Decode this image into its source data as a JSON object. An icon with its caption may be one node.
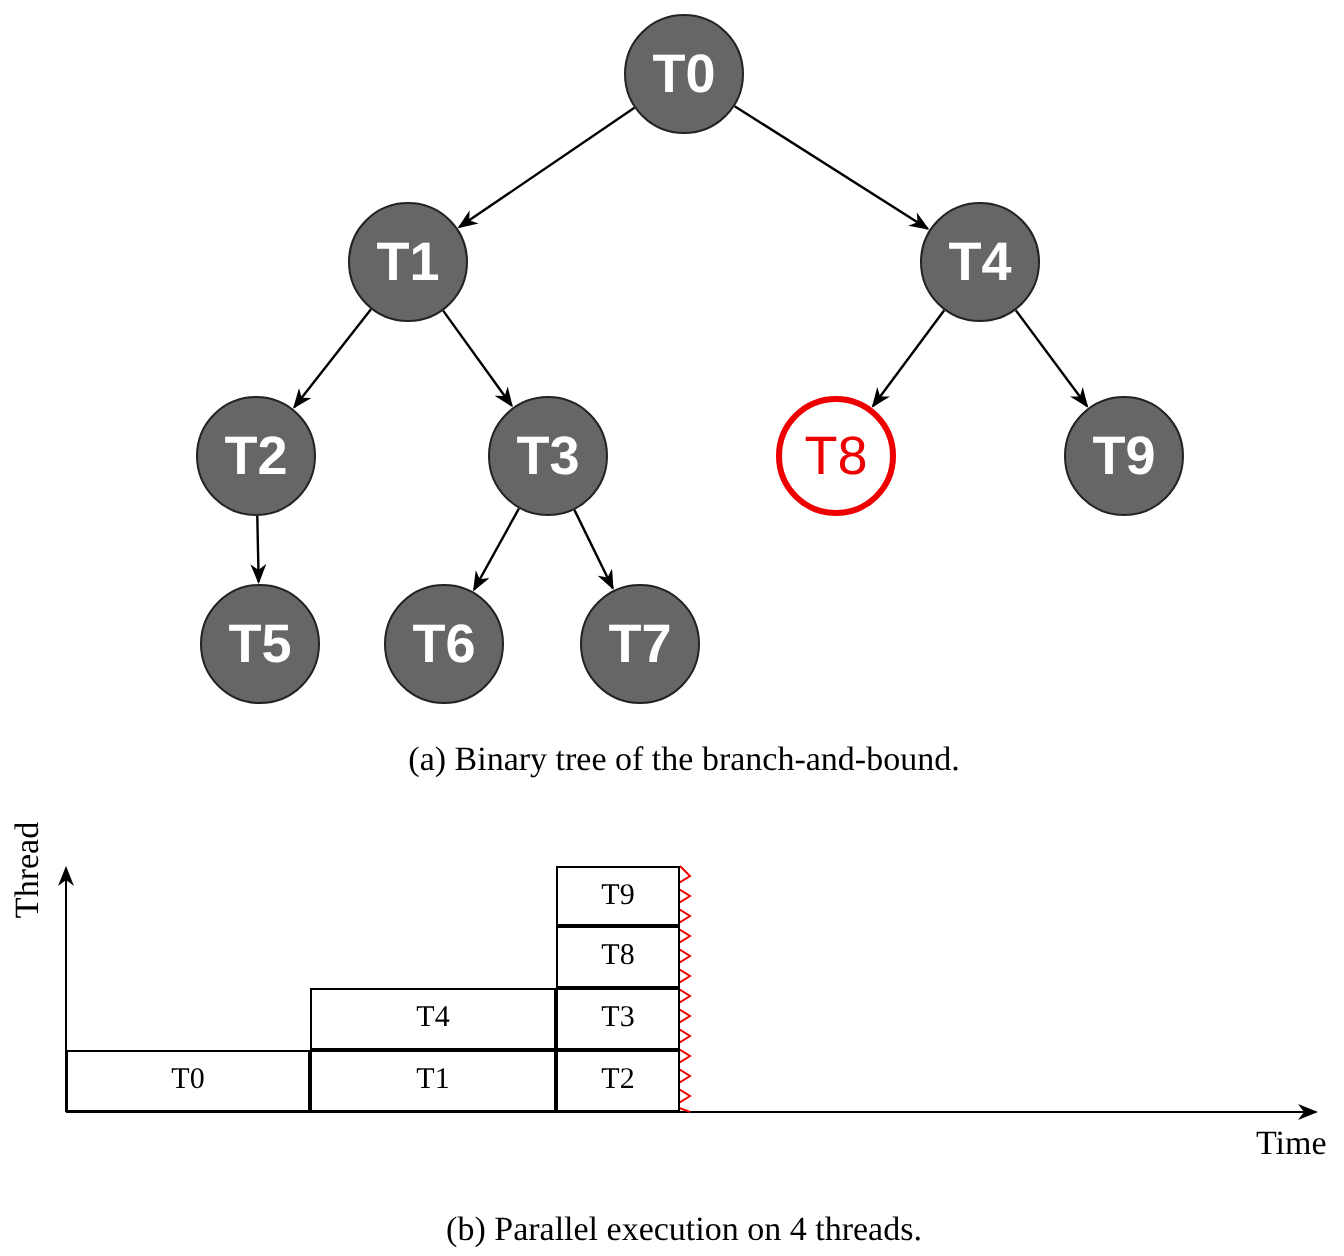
{
  "diagram": {
    "nodes": [
      {
        "text": [
          "T0"
        ]
      },
      {
        "text": [
          "T1"
        ]
      },
      {
        "text": [
          "T4"
        ]
      },
      {
        "text": [
          "T2"
        ]
      },
      {
        "text": [
          "T3"
        ]
      },
      {
        "text": [
          "T8"
        ]
      },
      {
        "text": [
          "T9"
        ]
      },
      {
        "text": [
          "T5"
        ]
      },
      {
        "text": [
          "T6"
        ]
      },
      {
        "text": [
          "T7"
        ]
      },
      {
        "text": [
          "T9"
        ]
      },
      {
        "text": [
          "T8"
        ]
      },
      {
        "text": [
          "T4"
        ]
      },
      {
        "text": [
          "T3"
        ]
      },
      {
        "text": [
          "T0"
        ]
      },
      {
        "text": [
          "T1"
        ]
      },
      {
        "text": [
          "T2"
        ]
      }
    ],
    "edges": [
      {
        "from": 0,
        "to": 1,
        "arrow": "to"
      },
      {
        "from": 0,
        "to": 2,
        "arrow": "to"
      },
      {
        "from": 1,
        "to": 3,
        "arrow": "to"
      },
      {
        "from": 1,
        "to": 4,
        "arrow": "to"
      },
      {
        "from": 2,
        "to": 5,
        "arrow": "to"
      },
      {
        "from": 2,
        "to": 6,
        "arrow": "to"
      },
      {
        "from": 3,
        "to": 7,
        "arrow": "to"
      },
      {
        "from": 4,
        "to": 8,
        "arrow": "to"
      },
      {
        "from": 4,
        "to": 9,
        "arrow": "to"
      }
    ],
    "labels": [
      "(a) Binary tree of the branch-and-bound.",
      "Thread",
      "Time",
      "(b) Parallel execution on 4 threads."
    ]
  }
}
